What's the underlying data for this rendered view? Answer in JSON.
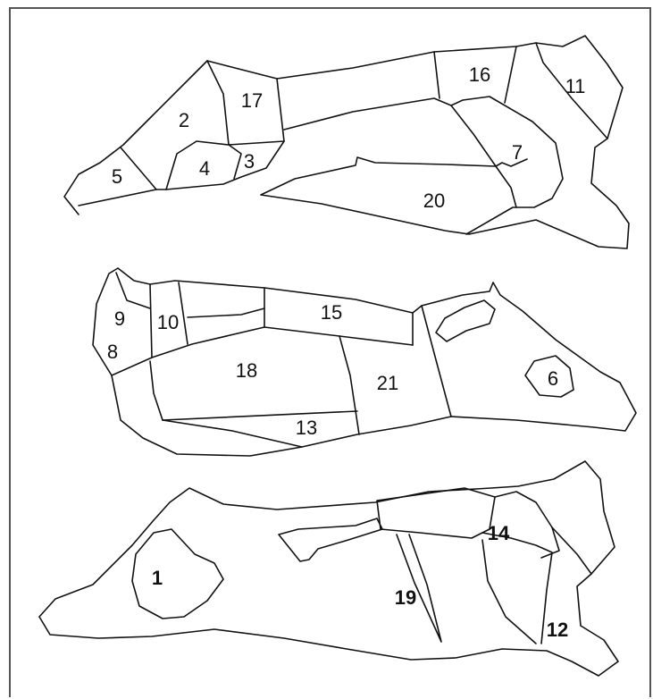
{
  "colors": {
    "stroke": "#111111",
    "frame": "#555555",
    "background": "#ffffff"
  },
  "figures": [
    {
      "id": "top",
      "labels": [
        "2",
        "17",
        "5",
        "4",
        "3",
        "16",
        "11",
        "7",
        "20"
      ]
    },
    {
      "id": "middle",
      "labels": [
        "9",
        "10",
        "15",
        "8",
        "18",
        "21",
        "6",
        "13"
      ]
    },
    {
      "id": "bottom",
      "labels": [
        "1",
        "14",
        "19",
        "12"
      ]
    }
  ]
}
